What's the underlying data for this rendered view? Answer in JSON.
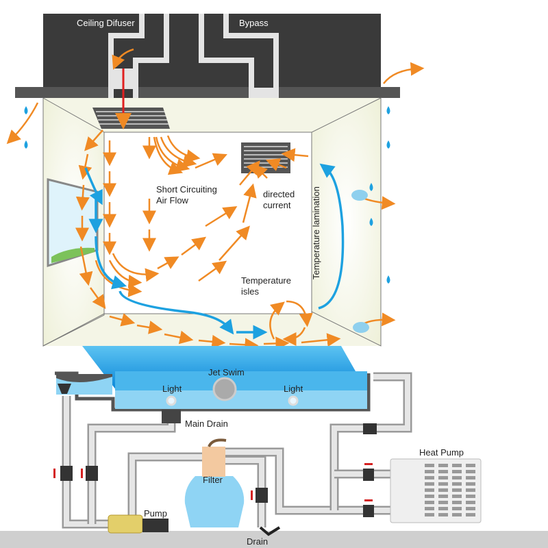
{
  "labels": {
    "ceiling_diffuser": "Ceiling Difuser",
    "bypass": "Bypass",
    "short_circuiting_1": "Short Circuiting",
    "short_circuiting_2": "Air Flow",
    "directed_current_1": "directed",
    "directed_current_2": "current",
    "temperature_lamination": "Temperature lamination",
    "temperature_isles_1": "Temperature",
    "temperature_isles_2": "isles",
    "jet_swim": "Jet Swim",
    "light_left": "Light",
    "light_right": "Light",
    "main_drain": "Main Drain",
    "filter": "Filter",
    "pump": "Pump",
    "heat_pump": "Heat Pump",
    "drain": "Drain"
  },
  "colors": {
    "warm_air": "#f08a24",
    "cool_air": "#1da1e0",
    "water": "#2a9fe0",
    "ceiling": "#3a3a3a",
    "valve": "#d42020"
  }
}
